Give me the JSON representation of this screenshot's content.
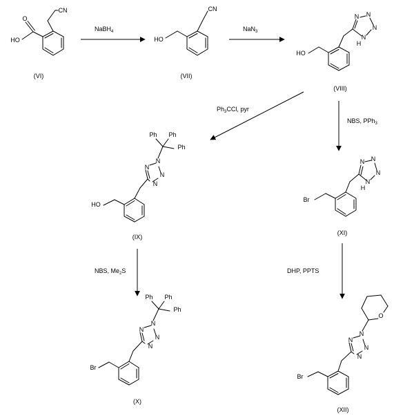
{
  "scheme": {
    "compounds": {
      "VI": {
        "label": "(VI)",
        "atoms": {
          "o": "O",
          "ho": "HO",
          "cn": "CN"
        }
      },
      "VII": {
        "label": "(VII)",
        "atoms": {
          "ho": "HO",
          "cn": "CN"
        }
      },
      "VIII": {
        "label": "(VIII)",
        "atoms": {
          "ho": "HO",
          "n": "N",
          "nh": "N",
          "h": "H"
        }
      },
      "IX": {
        "label": "(IX)",
        "atoms": {
          "ho": "HO",
          "n": "N",
          "ph": "Ph"
        }
      },
      "X": {
        "label": "(X)",
        "atoms": {
          "br": "Br",
          "n": "N",
          "ph": "Ph"
        }
      },
      "XI": {
        "label": "(XI)",
        "atoms": {
          "br": "Br",
          "n": "N",
          "nh": "N",
          "h": "H"
        }
      },
      "XII": {
        "label": "(XII)",
        "atoms": {
          "br": "Br",
          "n": "N",
          "o": "O"
        }
      }
    },
    "reagents": {
      "r1": {
        "main": "NaBH",
        "sub": "4"
      },
      "r2": {
        "main": "NaN",
        "sub": "3"
      },
      "r3a": {
        "pre": "Ph",
        "sub": "3",
        "post": "CCl, pyr"
      },
      "r3b": {
        "pre": "NBS, PPh",
        "sub": "3"
      },
      "r4a": {
        "pre": "NBS, Me",
        "sub": "2",
        "post": "S"
      },
      "r4b": "DHP, PPTS"
    }
  }
}
